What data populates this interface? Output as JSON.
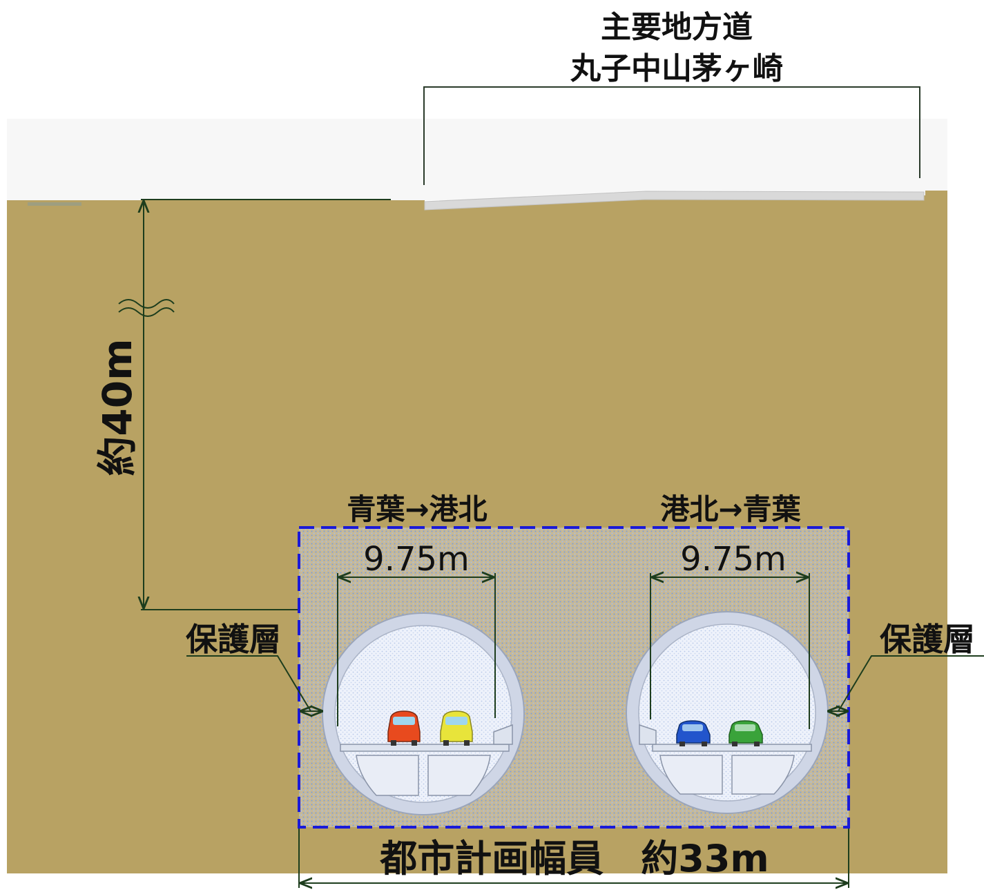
{
  "road": {
    "name_line1": "主要地方道",
    "name_line2": "丸子中山茅ヶ崎"
  },
  "depth_label": "約40m",
  "tunnels": [
    {
      "direction": "青葉→港北",
      "width_label": "9.75m"
    },
    {
      "direction": "港北→青葉",
      "width_label": "9.75m"
    }
  ],
  "protection_layer_left": "保護層",
  "protection_layer_right": "保護層",
  "city_plan_width": "都市計画幅員　約33m",
  "colors": {
    "ground": "#b8a263",
    "sky": "#f7f7f7",
    "road_surface": "#d8d8d8",
    "protection_zone_border": "#1a1ad8",
    "dimension_line": "#1d3d1d",
    "tunnel_fill": "#eaf0fb",
    "tunnel_ring": "#cfd6e6",
    "car_left_lane1": "#e84a1e",
    "car_left_lane2": "#e8e43a",
    "car_right_lane1": "#2255cc",
    "car_right_lane2": "#3aa33a"
  }
}
